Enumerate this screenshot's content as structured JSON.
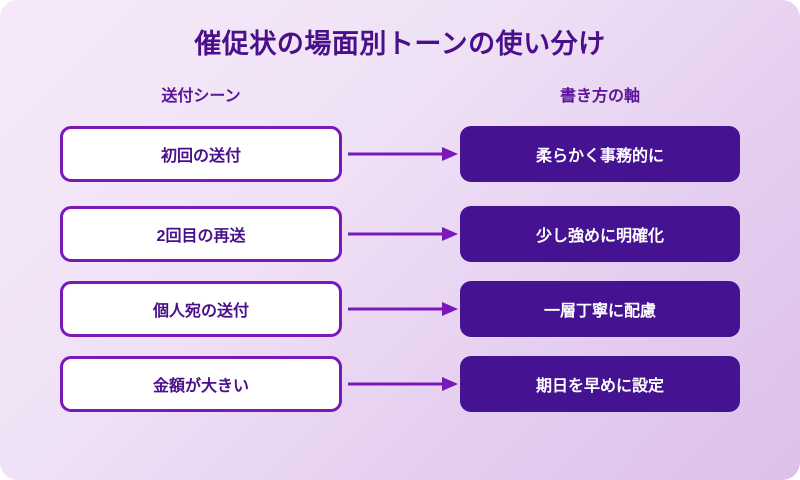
{
  "title": "催促状の場面別トーンの使い分け",
  "theme": {
    "background_start": "#f5e9f8",
    "background_end": "#dcc0ea",
    "title_color": "#4a0f8a",
    "header_color": "#5b1596",
    "scene_box_fill": "#ffffff",
    "scene_box_border": "#7a19b8",
    "scene_text_color": "#4a0f8a",
    "tone_box_fill": "#451391",
    "tone_text_color": "#ffffff",
    "arrow_color": "#7a19b8"
  },
  "columns": {
    "left_header": "送付シーン",
    "right_header": "書き方の軸"
  },
  "rows": [
    {
      "scene": "初回の送付",
      "tone": "柔らかく事務的に",
      "arrow_icon": "arrow-right-icon"
    },
    {
      "scene": "2回目の再送",
      "tone": "少し強めに明確化",
      "arrow_icon": "arrow-right-icon"
    },
    {
      "scene": "個人宛の送付",
      "tone": "一層丁寧に配慮",
      "arrow_icon": "arrow-right-icon"
    },
    {
      "scene": "金額が大きい",
      "tone": "期日を早めに設定",
      "arrow_icon": "arrow-right-icon"
    }
  ]
}
